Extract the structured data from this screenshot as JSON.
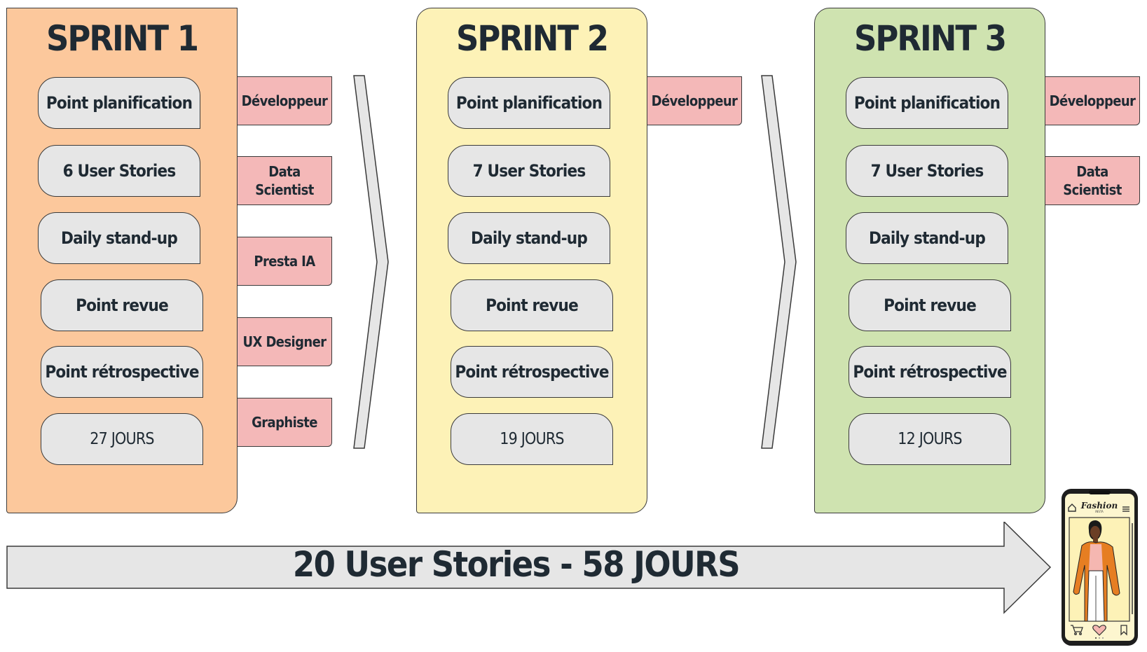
{
  "colors": {
    "sprint1_bg": "#fcc89c",
    "sprint2_bg": "#fdf2b7",
    "sprint3_bg": "#cfe3b0",
    "step_bg": "#e6e6e6",
    "role_bg": "#f4b8b8",
    "text": "#1f2a33"
  },
  "sprints": [
    {
      "title": "SPRINT 1",
      "steps": [
        "Point planification",
        "6 User Stories",
        "Daily stand-up",
        "Point revue",
        "Point rétrospective",
        "27 JOURS"
      ],
      "roles": [
        "Développeur",
        "Data Scientist",
        "Presta IA",
        "UX Designer",
        "Graphiste"
      ]
    },
    {
      "title": "SPRINT 2",
      "steps": [
        "Point planification",
        "7 User Stories",
        "Daily stand-up",
        "Point revue",
        "Point rétrospective",
        "19 JOURS"
      ],
      "roles": [
        "Développeur"
      ]
    },
    {
      "title": "SPRINT 3",
      "steps": [
        "Point planification",
        "7 User Stories",
        "Daily stand-up",
        "Point revue",
        "Point rétrospective",
        "12 JOURS"
      ],
      "roles": [
        "Développeur",
        "Data Scientist"
      ]
    }
  ],
  "timeline": {
    "label": "20 User Stories - 58 JOURS"
  },
  "phone": {
    "brand": "Fashion",
    "brand_sub": "INSTA",
    "icons": [
      "home-icon",
      "menu-icon",
      "cart-icon",
      "heart-icon",
      "bookmark-icon"
    ]
  }
}
